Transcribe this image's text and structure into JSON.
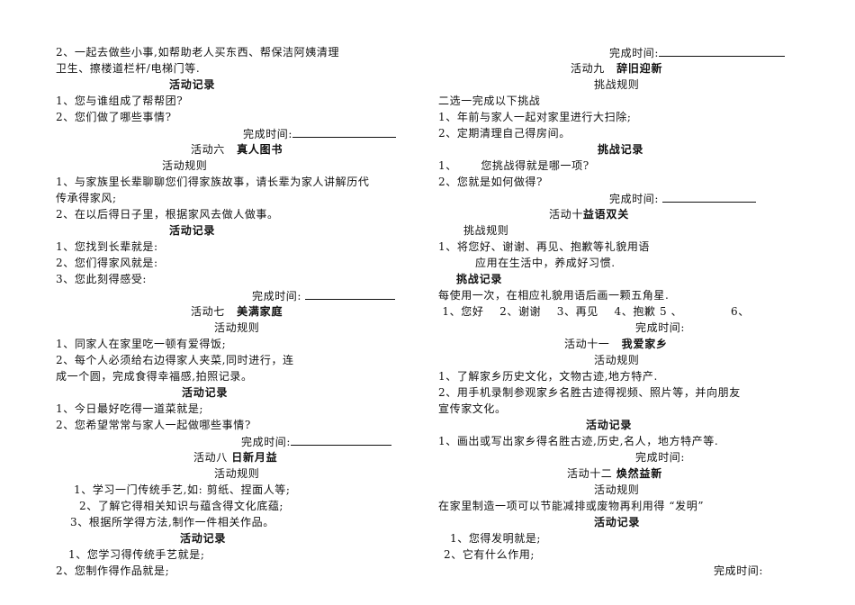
{
  "left": {
    "a5_tail": {
      "rule2_l1": "2、一起去做些小事,如帮助老人买东西、帮保洁阿姨清理",
      "rule2_l2": "卫生、擦楼道栏杆/电梯门等.",
      "record_heading": "活动记录",
      "q1": "1、您与谁组成了帮帮团?",
      "q2": "2、您们做了哪些事情?",
      "done": "完成时间:"
    },
    "a6": {
      "prefix": "活动六",
      "name": "真人图书",
      "rules_heading": "活动规则",
      "r1_l1": "1、与家族里长辈聊聊您们得家族故事，请长辈为家人讲解历代",
      "r1_l2": "传承得家风;",
      "r2": "2、在以后得日子里，根据家风去做人做事。",
      "record_heading": "活动记录",
      "q1": " 1、您找到长辈就是:",
      "q2": "2、您们得家风就是:",
      "q3": "3、您此刻得感受:",
      "done": "完成时间:"
    },
    "a7": {
      "prefix": "活动七",
      "name": "美满家庭",
      "rules_heading": "活动规则",
      "r1": "1、同家人在家里吃一顿有爱得饭;",
      "r2_l1": "2、每个人必须给右边得家人夹菜,同时进行，连",
      "r2_l2": "成一个圆，完成食得幸福感,拍照记录。",
      "record_heading": "活动记录",
      "q1": "1、今日最好吃得一道菜就是;",
      "q2": " 2、您希望常常与家人一起做哪些事情?",
      "done": "完成时间:"
    },
    "a8": {
      "prefix": "活动八",
      "name": "日新月益",
      "rules_heading": "活动规则",
      "r1": "1、学习一门传统手艺,如: 剪纸、捏面人等;",
      "r2": "2、了解它得相关知识与蕴含得文化底蕴;",
      "r3": "3、根据所学得方法,制作一件相关作品。",
      "record_heading": "活动记录",
      "q1": "1、您学习得传统手艺就是;",
      "q2": "2、您制作得作品就是;"
    }
  },
  "right": {
    "top_done": "完成时间:",
    "a9": {
      "prefix": "活动九",
      "name": "辞旧迎新",
      "rules_heading": "挑战规则",
      "intro": "二选一完成以下挑战",
      "r1": "1、年前与家人一起对家里进行大扫除;",
      "r2": " 2、定期清理自己得房间。",
      "record_heading": "挑战记录",
      "q1": "1、      您挑战得就是哪一项?",
      "q2": "2、您就是如何做得?",
      "done": "完成时间:"
    },
    "a10": {
      "prefix": "活动十",
      "name": "益语双关",
      "rules_heading": "挑战规则",
      "r1_l1": " 1、将您好、谢谢、再见、抱歉等礼貌用语",
      "r1_l2": "应用在生活中，养成好习惯.",
      "record_heading": "挑战记录",
      "instr": " 每使用一次，在相应礼貌用语后画一颗五角星.",
      "items": " 1、您好    2、谢谢    3、再见    4、抱歉 5 、",
      "item6": "6、",
      "done": "完成时间:"
    },
    "a11": {
      "prefix": "活动十一",
      "name": "我爱家乡",
      "rules_heading": "活动规则",
      "r1": "1、了解家乡历史文化，文物古迹,地方特产.",
      "r2_l1": " 2、用手机录制参观家乡名胜古迹得视频、照片等，并向朋友",
      "r2_l2": "宣传家文化。",
      "record_heading": "活动记录",
      "q1": "1、画出或写出家乡得名胜古迹,历史,名人，地方特产等.",
      "done": "完成时间:"
    },
    "a12": {
      "prefix": "活动十二",
      "name": "焕然益新",
      "rules_heading": "活动规则",
      "r1": "在家里制造一项可以节能减排或废物再利用得 “发明”",
      "record_heading": "活动记录",
      "q1": "1、您得发明就是;",
      "q2": "2、它有什么作用;",
      "done": "完成时间:"
    }
  }
}
